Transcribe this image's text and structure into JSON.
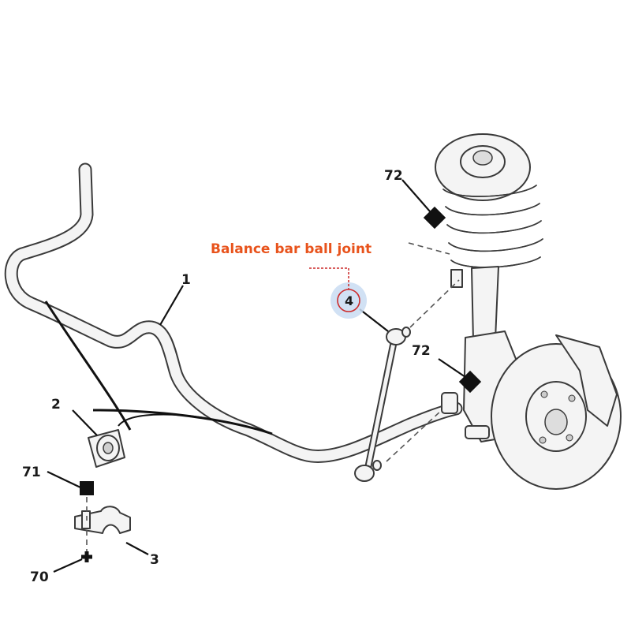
{
  "callout": {
    "text": "Balance bar ball joint",
    "color": "#e8531c",
    "highlight_color": "#c9dcf2",
    "ring_color": "#cc2a2a"
  },
  "labels": {
    "anti_roll_bar": "1",
    "bushing": "2",
    "clamp_bracket": "3",
    "ball_joint_link": "4",
    "torque_top_link_nut": "72",
    "torque_lower_link_nut": "72",
    "torque_clamp_bolt": "71",
    "clamp_screw": "70"
  },
  "icons": {
    "torque_marker": "black-diamond",
    "bolt_marker": "black-square",
    "screw_marker": "black-cross"
  }
}
